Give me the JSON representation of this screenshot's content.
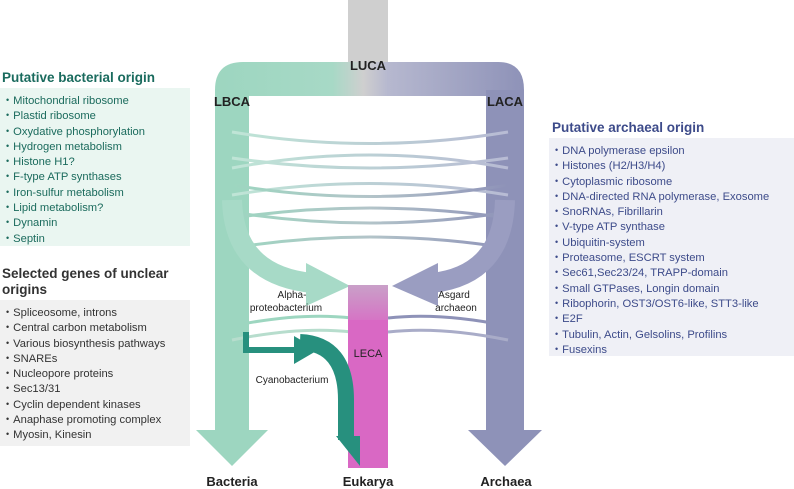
{
  "panels": {
    "bacterial": {
      "title": "Putative bacterial origin",
      "items": [
        "Mitochondrial ribosome",
        "Plastid ribosome",
        "Oxydative phosphorylation",
        "Hydrogen metabolism",
        "Histone H1?",
        "F-type ATP synthases",
        "Iron-sulfur metabolism",
        "Lipid metabolism?",
        "Dynamin",
        "Septin"
      ]
    },
    "unclear": {
      "title": "Selected genes of unclear origins",
      "items": [
        "Spliceosome, introns",
        "Central carbon metabolism",
        "Various biosynthesis pathways",
        "SNAREs",
        "Nucleopore proteins",
        "Sec13/31",
        "Cyclin dependent kinases",
        "Anaphase promoting complex",
        "Myosin, Kinesin"
      ]
    },
    "archaeal": {
      "title": "Putative archaeal origin",
      "items": [
        "DNA polymerase epsilon",
        "Histones (H2/H3/H4)",
        "Cytoplasmic ribosome",
        "DNA-directed RNA polymerase, Exosome",
        "SnoRNAs, Fibrillarin",
        "V-type ATP synthase",
        "Ubiquitin-system",
        "Proteasome, ESCRT system",
        "Sec61,Sec23/24, TRAPP-domain",
        "Small GTPases, Longin domain",
        "Ribophorin, OST3/OST6-like, STT3-like",
        "E2F",
        "Tubulin, Actin, Gelsolins, Profilins",
        "Fusexins"
      ]
    }
  },
  "diagram": {
    "luca": "LUCA",
    "lbca": "LBCA",
    "laca": "LACA",
    "leca": "LECA",
    "alpha_line1": "Alpha-",
    "alpha_line2": "proteobacterium",
    "asgard_line1": "Asgard",
    "asgard_line2": "archaeon",
    "cyanobacterium": "Cyanobacterium",
    "bacteria": "Bacteria",
    "eukarya": "Eukarya",
    "archaea": "Archaea"
  },
  "colors": {
    "bacteria": "#9dd6c0",
    "archaea": "#8e92b8",
    "eukarya": "#d968c4",
    "cyanobacterium": "#27907e",
    "luca": "#cfcfcf",
    "bacterial_panel": "#eaf6f1",
    "archaeal_panel": "#eff0f6",
    "unclear_panel": "#f1f1f1"
  }
}
